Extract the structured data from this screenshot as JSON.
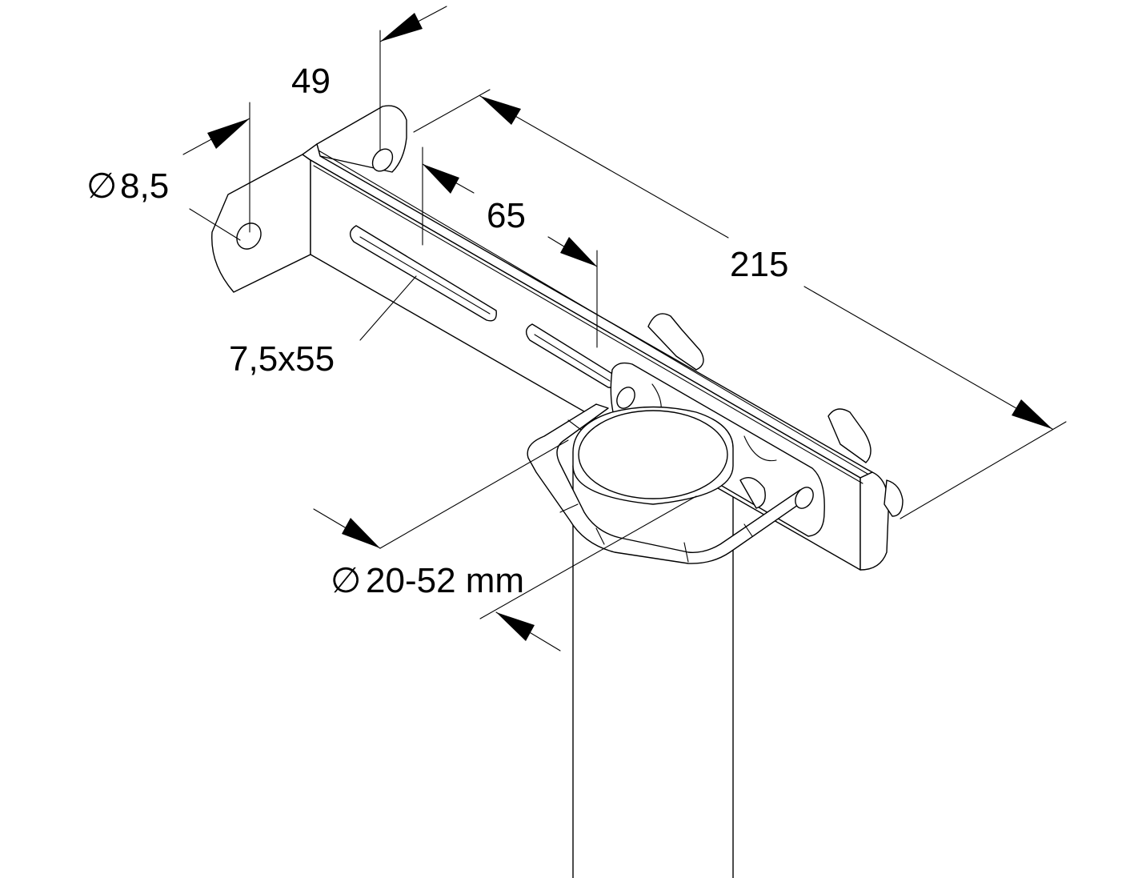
{
  "diagram": {
    "colors": {
      "line": "#000000",
      "background": "#ffffff"
    },
    "dimensions": {
      "hole_diameter": "8,5",
      "hole_spacing": "49",
      "slot_size": "7,5x55",
      "slot_spacing": "65",
      "overall_length": "215",
      "pipe_diameter": "20-52 mm"
    },
    "symbols": {
      "diameter": "∅"
    }
  }
}
